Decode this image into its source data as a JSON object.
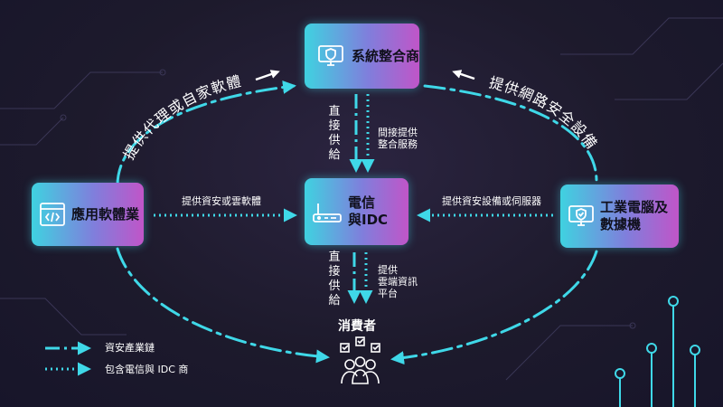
{
  "nodes": {
    "system_integrator": "系統整合商",
    "telecom_idc": "電信\n與IDC",
    "application_software": "應用軟體業",
    "industrial_pc_storage": "工業電腦及\n數據機"
  },
  "edges": {
    "app_to_si": "提供代理或自家軟體",
    "ipc_to_si": "提供網路安全設備",
    "app_to_telecom": "提供資安或雲軟體",
    "ipc_to_telecom": "提供資安設備或伺服器",
    "si_to_telecom_direct": "直接供給",
    "si_to_telecom_indirect": "間接提供\n整合服務",
    "telecom_to_consumer_direct": "直接供給",
    "telecom_to_consumer_cloud": "提供\n雲端資訊\n平台"
  },
  "consumer": {
    "label": "消費者"
  },
  "legend": [
    {
      "label": "資安產業鏈",
      "style": "dash-dot"
    },
    {
      "label": "包含電信與 IDC 商",
      "style": "dotted"
    }
  ],
  "icons": [
    "monitor-shield-icon",
    "router-icon",
    "code-window-icon",
    "consumers-icon"
  ],
  "colors": {
    "line": "#3fd8e8",
    "arrow_white": "#ffffff",
    "node_left": "#3fd2e0",
    "node_right": "#c055c8"
  }
}
